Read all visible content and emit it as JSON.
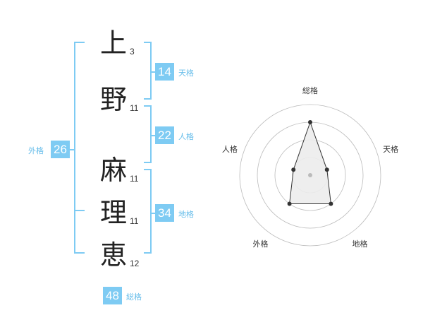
{
  "characters": [
    {
      "char": "上",
      "strokes": "3"
    },
    {
      "char": "野",
      "strokes": "11"
    },
    {
      "char": "麻",
      "strokes": "11"
    },
    {
      "char": "理",
      "strokes": "11"
    },
    {
      "char": "恵",
      "strokes": "12"
    }
  ],
  "fortunes": {
    "tenkaku": {
      "label": "天格",
      "value": "14"
    },
    "jinkaku": {
      "label": "人格",
      "value": "22"
    },
    "chikaku": {
      "label": "地格",
      "value": "34"
    },
    "gaikaku": {
      "label": "外格",
      "value": "26"
    },
    "soukaku": {
      "label": "総格",
      "value": "48"
    }
  },
  "colors": {
    "accent": "#7ecbf3",
    "accent_text": "#66bdea",
    "text": "#222222",
    "grid": "#bbbbbb",
    "fill": "#ececec"
  },
  "chart_data": {
    "type": "radar",
    "axes": [
      "総格",
      "天格",
      "地格",
      "外格",
      "人格"
    ],
    "rings": 4,
    "values": [
      3.0,
      1.0,
      2.0,
      2.0,
      1.0
    ],
    "max": 4
  }
}
